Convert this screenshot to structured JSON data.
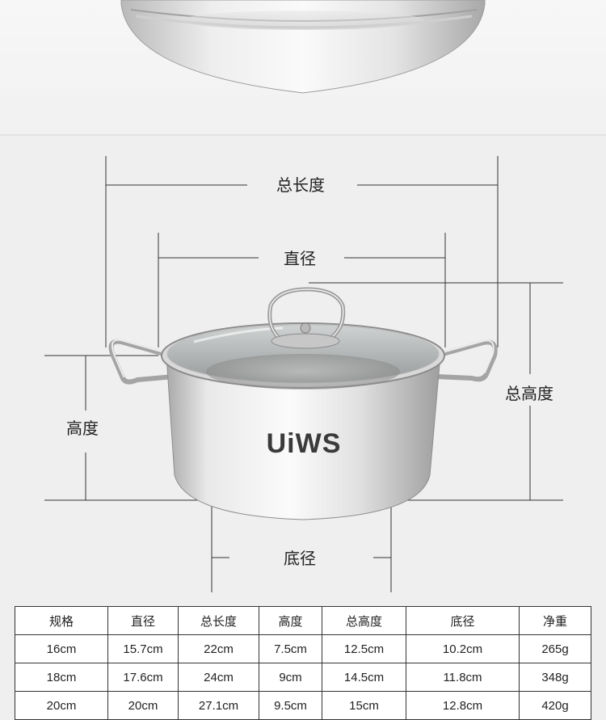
{
  "top_photo": {
    "description_icon": "stainless-pot-bottom-photo"
  },
  "diagram": {
    "labels": {
      "total_length": "总长度",
      "diameter": "直径",
      "height": "高度",
      "total_height": "总高度",
      "base_diameter": "底径"
    },
    "pot_logo": "UiWS"
  },
  "spec_table": {
    "headers": [
      "规格",
      "直径",
      "总长度",
      "高度",
      "总高度",
      "底径",
      "净重"
    ],
    "rows": [
      [
        "16cm",
        "15.7cm",
        "22cm",
        "7.5cm",
        "12.5cm",
        "10.2cm",
        "265g"
      ],
      [
        "18cm",
        "17.6cm",
        "24cm",
        "9cm",
        "14.5cm",
        "11.8cm",
        "348g"
      ],
      [
        "20cm",
        "20cm",
        "27.1cm",
        "9.5cm",
        "15cm",
        "12.8cm",
        "420g"
      ]
    ]
  },
  "colors": {
    "background": "#efefef",
    "line": "#333333",
    "steel_light": "#f4f4f4",
    "steel_dark": "#9a9a9a"
  }
}
